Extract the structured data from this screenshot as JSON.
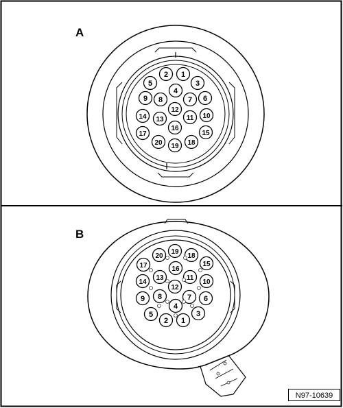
{
  "labels": {
    "view_a": "A",
    "view_b": "B",
    "figure_id": "N97-10639"
  },
  "connector_a": {
    "pins": [
      "1",
      "2",
      "3",
      "4",
      "5",
      "6",
      "7",
      "8",
      "9",
      "10",
      "11",
      "12",
      "13",
      "14",
      "15",
      "16",
      "17",
      "18",
      "19",
      "20"
    ]
  },
  "connector_b": {
    "pins": [
      "1",
      "2",
      "3",
      "4",
      "5",
      "6",
      "7",
      "8",
      "9",
      "10",
      "11",
      "12",
      "13",
      "14",
      "15",
      "16",
      "17",
      "18",
      "19",
      "20"
    ]
  },
  "colors": {
    "line": "#000000",
    "background": "#ffffff",
    "connector_body": "#f2f2f2"
  }
}
